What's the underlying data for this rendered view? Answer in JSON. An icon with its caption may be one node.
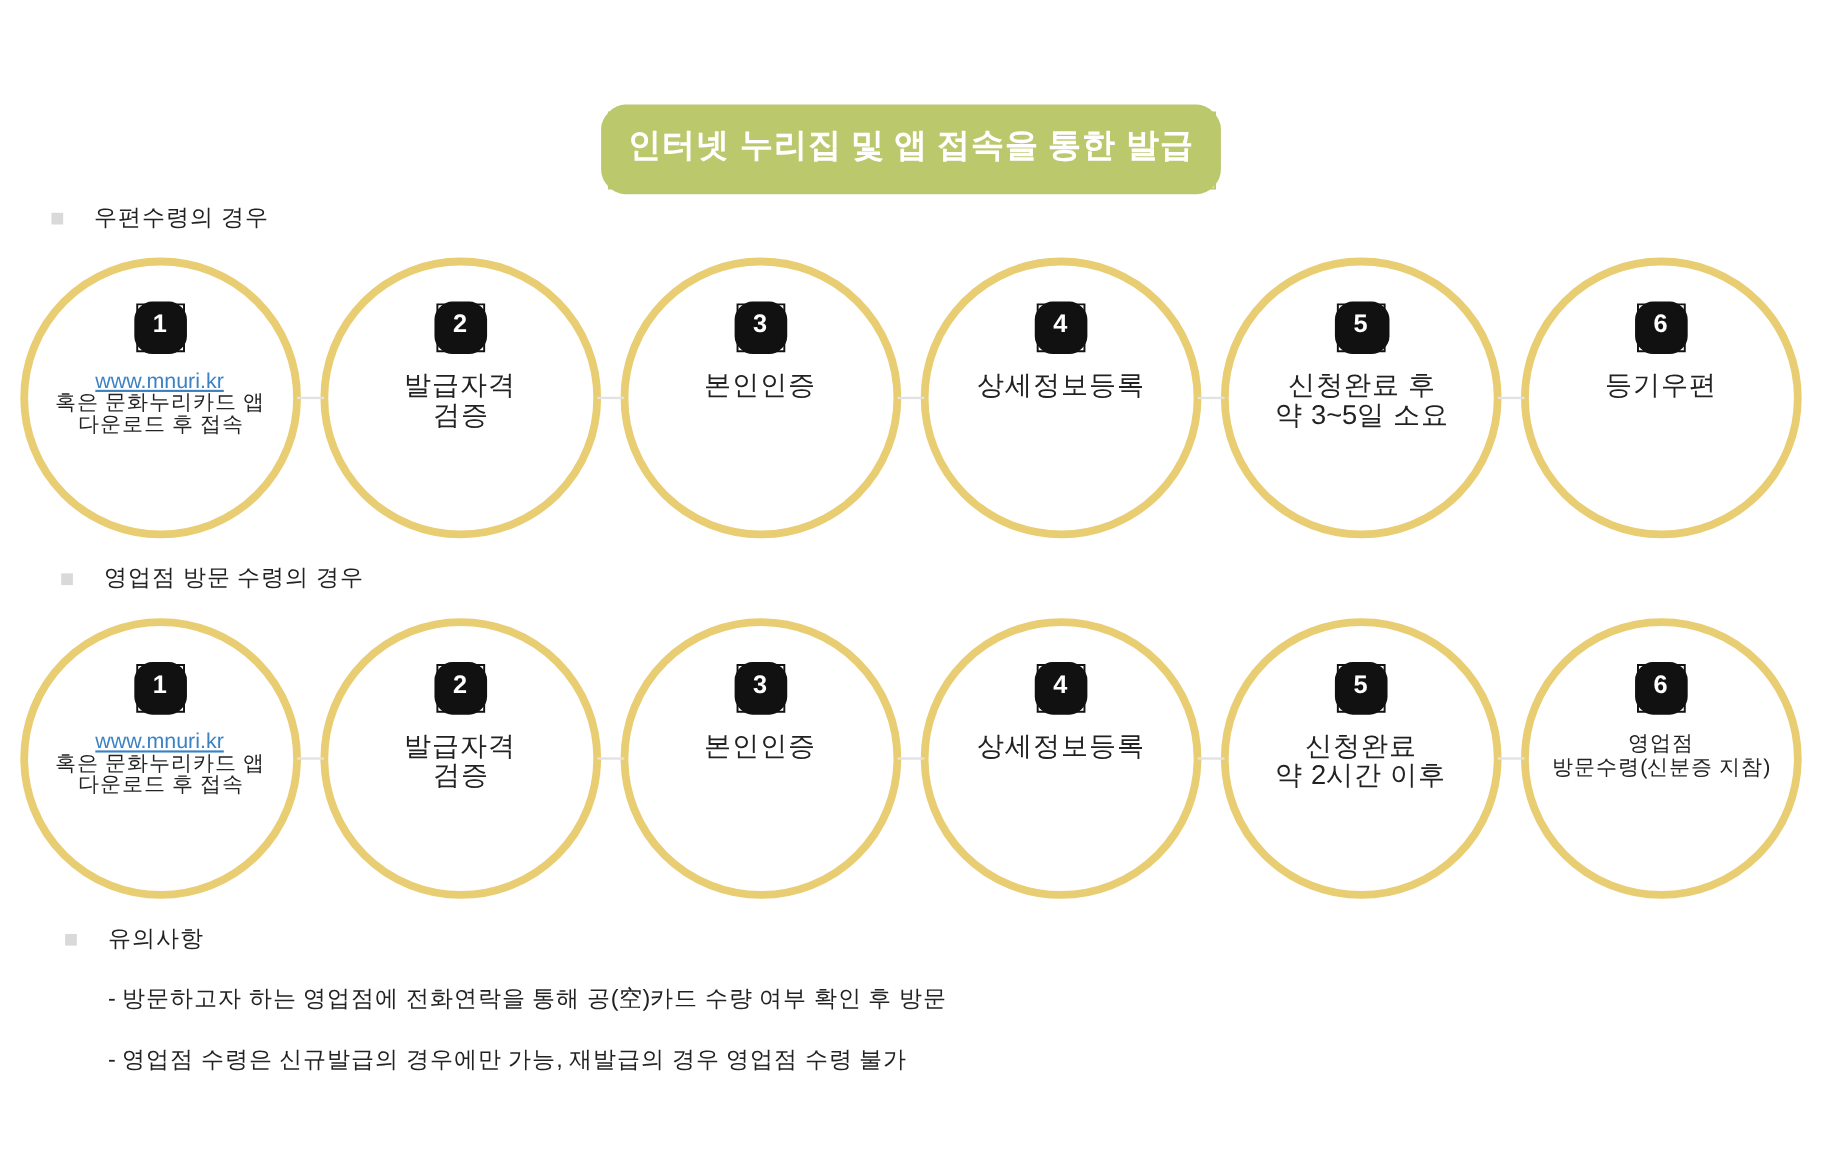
{
  "diagram": {
    "title": "인터넷 누리집 및 앱 접속을 통한 발급",
    "nodes": [
      {
        "text": [
          "1",
          "www.mnuri.kr",
          "혹은 문화누리카드 앱 다운로드 후 접속"
        ]
      },
      {
        "text": [
          "2",
          "발급자격 검증"
        ]
      },
      {
        "text": [
          "3",
          "본인인증"
        ]
      },
      {
        "text": [
          "4",
          "상세정보등록"
        ]
      },
      {
        "text": [
          "5",
          "신청완료 후 약 3~5일 소요"
        ]
      },
      {
        "text": [
          "6",
          "등기우편"
        ]
      },
      {
        "text": [
          "1",
          "www.mnuri.kr",
          "혹은 문화누리카드 앱 다운로드 후 접속"
        ]
      },
      {
        "text": [
          "2",
          "발급자격 검증"
        ]
      },
      {
        "text": [
          "3",
          "본인인증"
        ]
      },
      {
        "text": [
          "4",
          "상세정보등록"
        ]
      },
      {
        "text": [
          "5",
          "신청완료 약 2시간 이후"
        ]
      },
      {
        "text": [
          "6",
          "영업점 방문수령(신분증 지참)"
        ]
      }
    ],
    "edges": [
      {
        "from": 0,
        "to": 1,
        "arrow": "none"
      },
      {
        "from": 1,
        "to": 2,
        "arrow": "none"
      },
      {
        "from": 2,
        "to": 3,
        "arrow": "none"
      },
      {
        "from": 3,
        "to": 4,
        "arrow": "none"
      },
      {
        "from": 4,
        "to": 5,
        "arrow": "none"
      },
      {
        "from": 6,
        "to": 7,
        "arrow": "none"
      },
      {
        "from": 7,
        "to": 8,
        "arrow": "none"
      },
      {
        "from": 8,
        "to": 9,
        "arrow": "none"
      },
      {
        "from": 9,
        "to": 10,
        "arrow": "none"
      },
      {
        "from": 10,
        "to": 11,
        "arrow": "none"
      }
    ],
    "labels": [
      "우편수령의 경우",
      "영업점 방문 수령의 경우",
      "유의사항",
      "- 방문하고자 하는 영업점에 전화연락을 통해 공(空)카드 수량 여부 확인 후 방문",
      "- 영업점 수령은 신규발급의 경우에만 가능, 재발급의 경우 영업점 수령 불가"
    ]
  }
}
